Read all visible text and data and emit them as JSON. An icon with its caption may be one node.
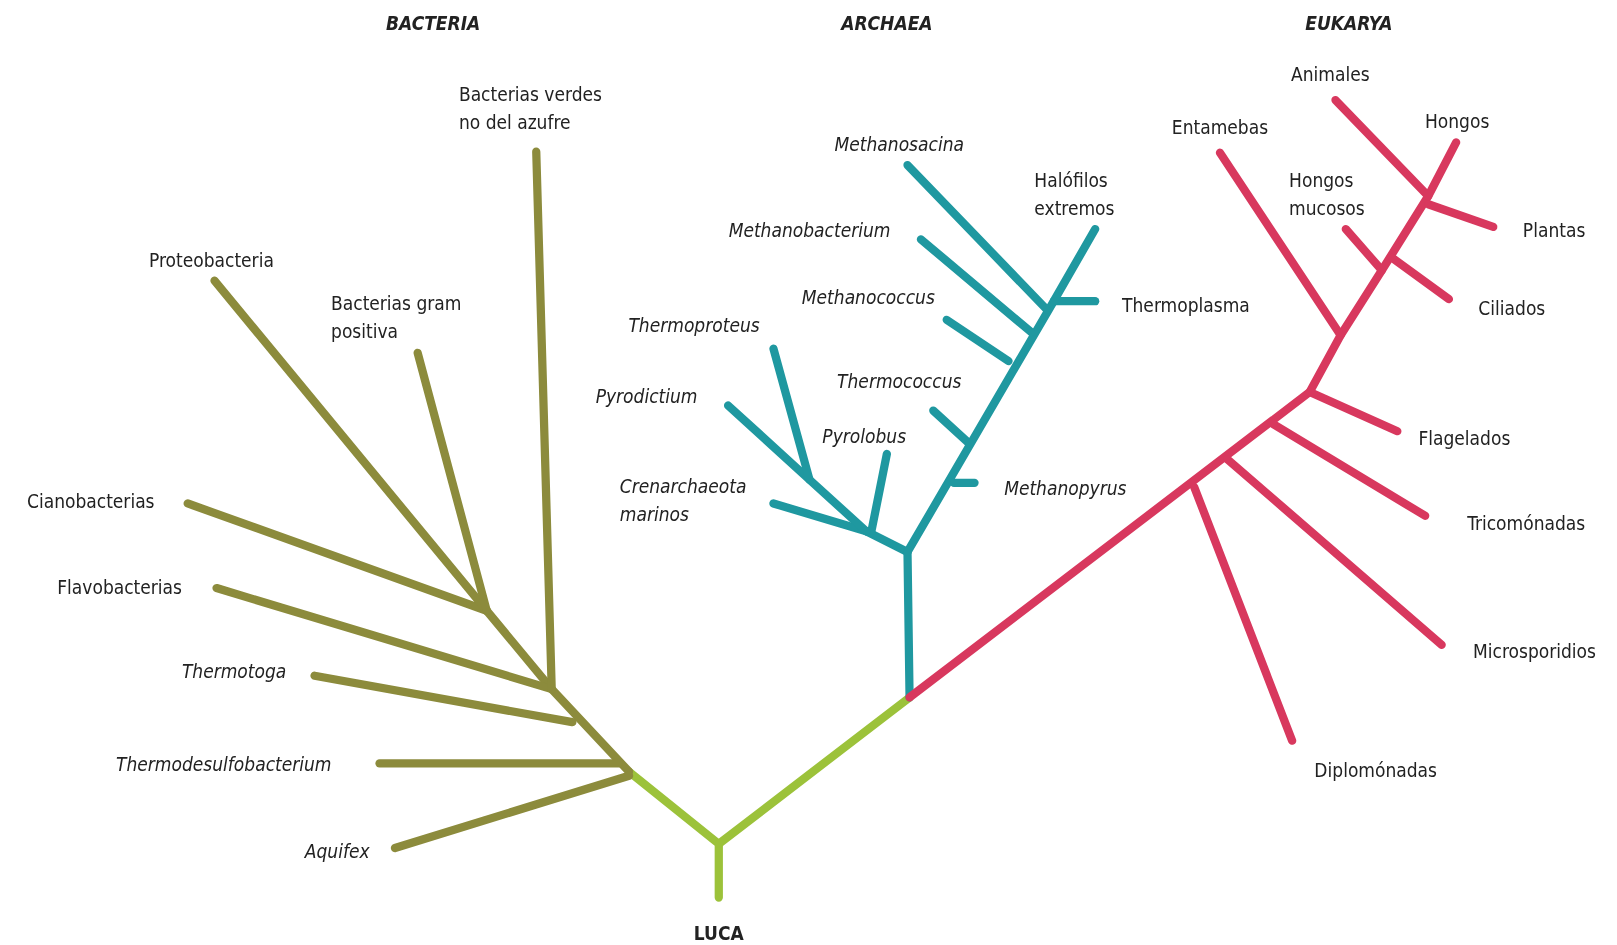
{
  "diagram": {
    "labels": [
      "BACTERIA",
      "ARCHAEA",
      "EUKARYA",
      "Animales",
      "Bacterias verdes no del azufre",
      "Entamebas",
      "Hongos",
      "Methanosacina",
      "Halófilos extremos",
      "Hongos mucosos",
      "Methanobacterium",
      "Plantas",
      "Proteobacteria",
      "Methanococcus",
      "Bacterias gram positiva",
      "Thermoplasma",
      "Ciliados",
      "Thermoproteus",
      "Thermococcus",
      "Pyrodictium",
      "Pyrolobus",
      "Flagelados",
      "Cianobacterias",
      "Crenarchaeota marinos",
      "Methanopyrus",
      "Tricomónadas",
      "Flavobacterias",
      "Microsporidios",
      "Thermotoga",
      "Thermodesulfobacterium",
      "Diplomónadas",
      "Aquifex",
      "LUCA"
    ]
  }
}
